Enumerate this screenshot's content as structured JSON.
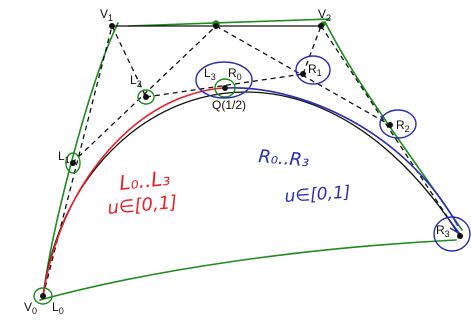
{
  "points": {
    "V0": {
      "name": "V",
      "sub": "0"
    },
    "V1": {
      "name": "V",
      "sub": "1"
    },
    "V2": {
      "name": "V",
      "sub": "2"
    },
    "L0": {
      "name": "L",
      "sub": "0"
    },
    "L1": {
      "name": "L",
      "sub": "1"
    },
    "L2": {
      "name": "L",
      "sub": "2"
    },
    "L3": {
      "name": "L",
      "sub": "3"
    },
    "R0": {
      "name": "R",
      "sub": "0"
    },
    "R1": {
      "name": "R",
      "sub": "1"
    },
    "R2": {
      "name": "R",
      "sub": "2"
    },
    "R3": {
      "name": "R",
      "sub": "3"
    },
    "Q": {
      "label": "Q(1/2)"
    }
  },
  "annotations": {
    "left_range": "L₀..L₃",
    "left_param": "u∈[0,1]",
    "right_range": "R₀..R₃",
    "right_param": "u∈[0,1]"
  },
  "colors": {
    "control_polygon": "#111111",
    "left_curve": "#e8222b",
    "right_curve": "#2a2db5",
    "bezier_curve": "#111111",
    "green_annotation": "#1f8a1f"
  }
}
